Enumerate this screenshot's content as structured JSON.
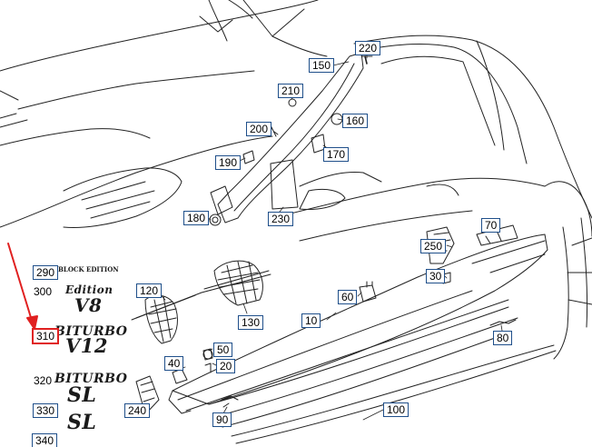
{
  "colors": {
    "callout_border": "#1f4f8a",
    "highlight": "#e02020",
    "line": "#222222"
  },
  "callouts": [
    {
      "id": "220",
      "label": "220",
      "style": "boxed"
    },
    {
      "id": "150",
      "label": "150",
      "style": "boxed"
    },
    {
      "id": "210",
      "label": "210",
      "style": "boxed"
    },
    {
      "id": "160",
      "label": "160",
      "style": "boxed"
    },
    {
      "id": "200",
      "label": "200",
      "style": "boxed"
    },
    {
      "id": "170",
      "label": "170",
      "style": "boxed"
    },
    {
      "id": "190",
      "label": "190",
      "style": "boxed"
    },
    {
      "id": "180",
      "label": "180",
      "style": "boxed"
    },
    {
      "id": "230",
      "label": "230",
      "style": "boxed"
    },
    {
      "id": "70",
      "label": "70",
      "style": "boxed"
    },
    {
      "id": "250",
      "label": "250",
      "style": "boxed"
    },
    {
      "id": "30",
      "label": "30",
      "style": "boxed"
    },
    {
      "id": "290",
      "label": "290",
      "style": "boxed"
    },
    {
      "id": "300",
      "label": "300",
      "style": "plain"
    },
    {
      "id": "120",
      "label": "120",
      "style": "boxed"
    },
    {
      "id": "60",
      "label": "60",
      "style": "boxed"
    },
    {
      "id": "130",
      "label": "130",
      "style": "boxed"
    },
    {
      "id": "10",
      "label": "10",
      "style": "boxed"
    },
    {
      "id": "310",
      "label": "310",
      "style": "highlight"
    },
    {
      "id": "50",
      "label": "50",
      "style": "boxed"
    },
    {
      "id": "80",
      "label": "80",
      "style": "boxed"
    },
    {
      "id": "40",
      "label": "40",
      "style": "boxed"
    },
    {
      "id": "20",
      "label": "20",
      "style": "boxed"
    },
    {
      "id": "320",
      "label": "320",
      "style": "plain"
    },
    {
      "id": "330",
      "label": "330",
      "style": "boxed"
    },
    {
      "id": "240",
      "label": "240",
      "style": "boxed"
    },
    {
      "id": "100",
      "label": "100",
      "style": "boxed"
    },
    {
      "id": "90",
      "label": "90",
      "style": "boxed"
    },
    {
      "id": "340",
      "label": "340",
      "style": "boxed"
    }
  ],
  "emblems": {
    "e290": "BLOCK EDITION",
    "e300": "Edition",
    "e_v8": "V8",
    "e310": "BITURBO",
    "e_v12": "V12",
    "e320": "BITURBO",
    "e330_sl": "SL",
    "e330_sub": "",
    "e340_sl": "SL",
    "e340_sub": ""
  }
}
